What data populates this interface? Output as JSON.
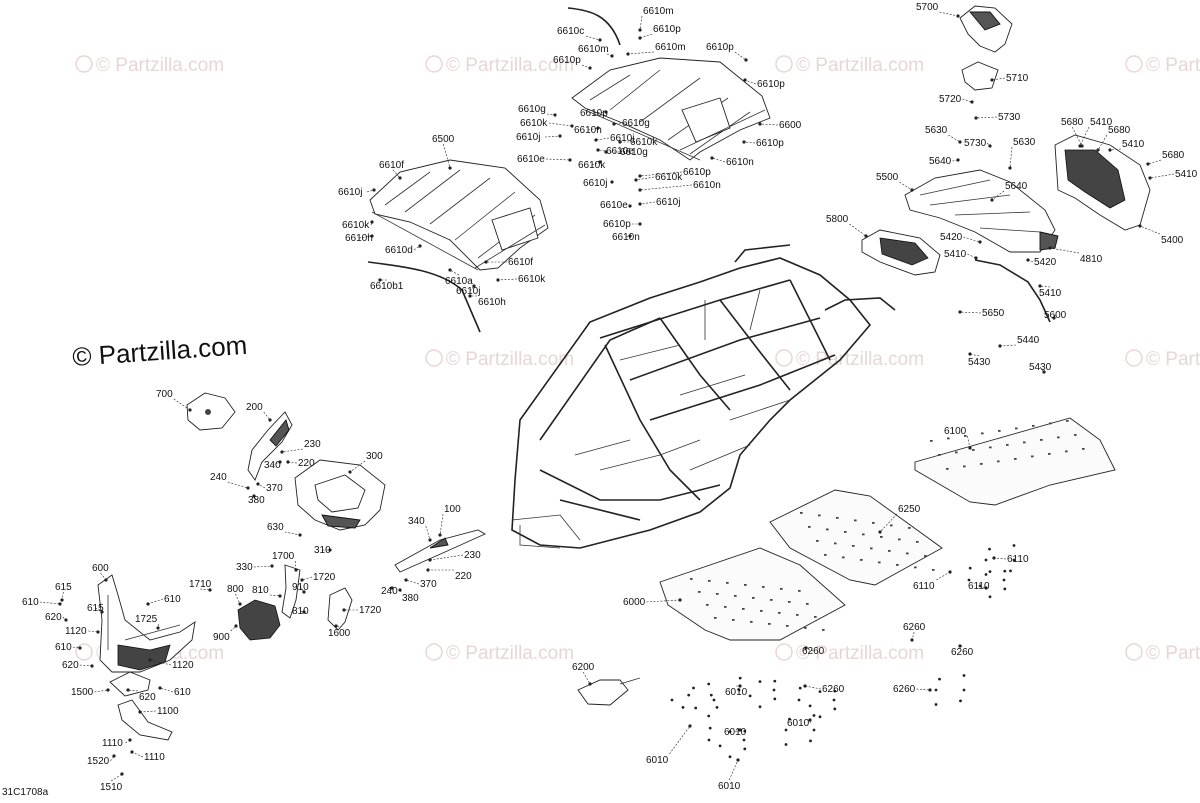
{
  "watermark": {
    "text": "© Partzilla.com",
    "logo_text": "© Partzilla.com"
  },
  "drawing_id": "31C1708a",
  "callouts": [
    "6610m",
    "6610c",
    "6610p",
    "6610m",
    "6610p",
    "6610m",
    "6610p",
    "6610p",
    "6610g",
    "6610p",
    "6610k",
    "6610n",
    "6610g",
    "6610j",
    "6610j",
    "6610k",
    "6610e",
    "6610e",
    "6610g",
    "6610k",
    "6610p",
    "6610j",
    "6610k",
    "6610n",
    "6610e",
    "6610j",
    "6610p",
    "6610n",
    "6600",
    "6610p",
    "6610n",
    "6500",
    "6610f",
    "6610j",
    "6610k",
    "6610h",
    "6610d",
    "6610a",
    "6610f",
    "6610j",
    "6610k",
    "6610h",
    "6610b1",
    "5700",
    "5710",
    "5720",
    "5730",
    "5630",
    "5730",
    "5640",
    "5630",
    "5680",
    "5410",
    "5680",
    "5410",
    "5680",
    "5410",
    "5500",
    "5640",
    "5800",
    "5420",
    "5410",
    "4810",
    "5420",
    "5400",
    "5410",
    "5650",
    "5600",
    "5440",
    "5430",
    "5430",
    "700",
    "200",
    "230",
    "340",
    "220",
    "300",
    "370",
    "240",
    "380",
    "100",
    "340",
    "230",
    "630",
    "310",
    "330",
    "1700",
    "1710",
    "220",
    "370",
    "380",
    "240",
    "1720",
    "910",
    "810",
    "800",
    "810",
    "1720",
    "600",
    "615",
    "610",
    "615",
    "620",
    "610",
    "1725",
    "1120",
    "610",
    "900",
    "1600",
    "620",
    "1120",
    "1500",
    "620",
    "610",
    "1100",
    "1110",
    "1110",
    "1520",
    "1510",
    "6100",
    "6250",
    "6110",
    "6110",
    "6110",
    "6000",
    "6260",
    "6260",
    "6260",
    "6200",
    "6010",
    "6260",
    "6260",
    "6010",
    "6010",
    "6010",
    "6010"
  ]
}
